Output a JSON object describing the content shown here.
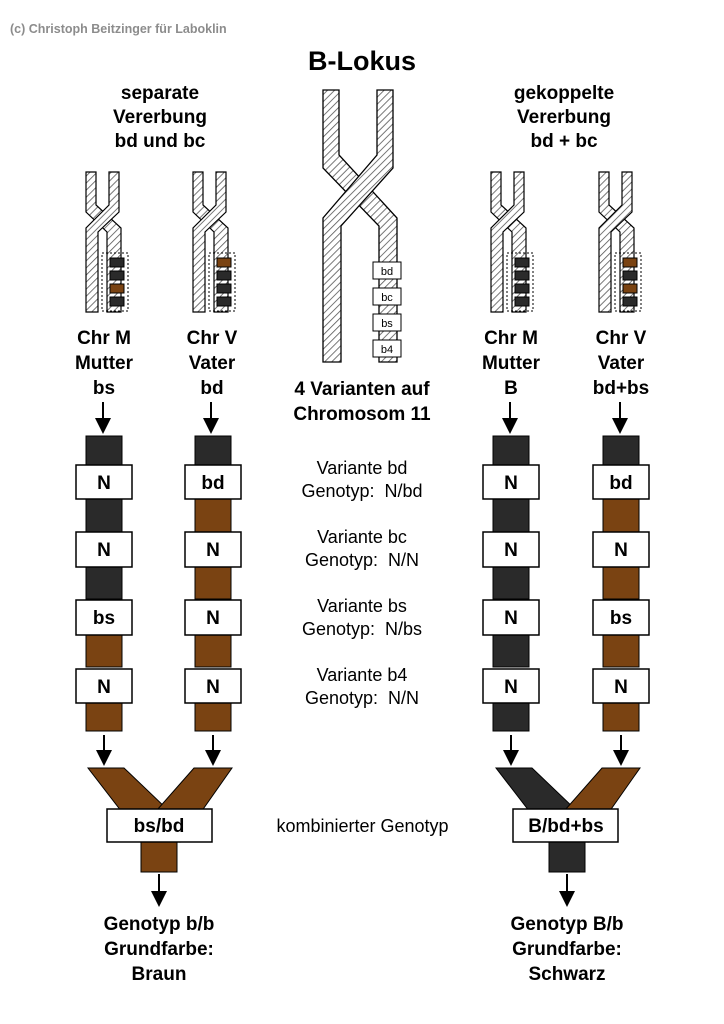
{
  "copyright": "(c) Christoph Beitzinger für Laboklin",
  "title": "B-Lokus",
  "left_header": [
    "separate",
    "Vererbung",
    "bd und bc"
  ],
  "right_header": [
    "gekoppelte",
    "Vererbung",
    "bd + bc"
  ],
  "chromosome_labels": {
    "left_mother": [
      "Chr M",
      "Mutter",
      "bs"
    ],
    "left_father": [
      "Chr V",
      "Vater",
      "bd"
    ],
    "right_mother": [
      "Chr M",
      "Mutter",
      "B"
    ],
    "right_father": [
      "Chr V",
      "Vater",
      "bd+bs"
    ]
  },
  "center_chromosome_boxes": [
    "bd",
    "bc",
    "bs",
    "b4"
  ],
  "center_caption": [
    "4 Varianten auf",
    "Chromosom 11"
  ],
  "variants": [
    {
      "name": "Variante bd",
      "genotype_label": "Genotyp:",
      "genotype": "N/bd"
    },
    {
      "name": "Variante bc",
      "genotype_label": "Genotyp:",
      "genotype": "N/N"
    },
    {
      "name": "Variante bs",
      "genotype_label": "Genotyp:",
      "genotype": "N/bs"
    },
    {
      "name": "Variante b4",
      "genotype_label": "Genotyp:",
      "genotype": "N/N"
    }
  ],
  "columns": {
    "left_mother": [
      "N",
      "N",
      "bs",
      "N"
    ],
    "left_father": [
      "bd",
      "N",
      "N",
      "N"
    ],
    "right_mother": [
      "N",
      "N",
      "N",
      "N"
    ],
    "right_father": [
      "bd",
      "N",
      "bs",
      "N"
    ]
  },
  "combined_label": "kombinierter Genotyp",
  "left_combined": "bs/bd",
  "right_combined": "B/bd+bs",
  "left_result": [
    "Genotyp b/b",
    "Grundfarbe:",
    "Braun"
  ],
  "right_result": [
    "Genotyp B/b",
    "Grundfarbe:",
    "Schwarz"
  ],
  "colors": {
    "brown": "#7a4312",
    "black": "#2a2a2a",
    "white": "#ffffff"
  }
}
